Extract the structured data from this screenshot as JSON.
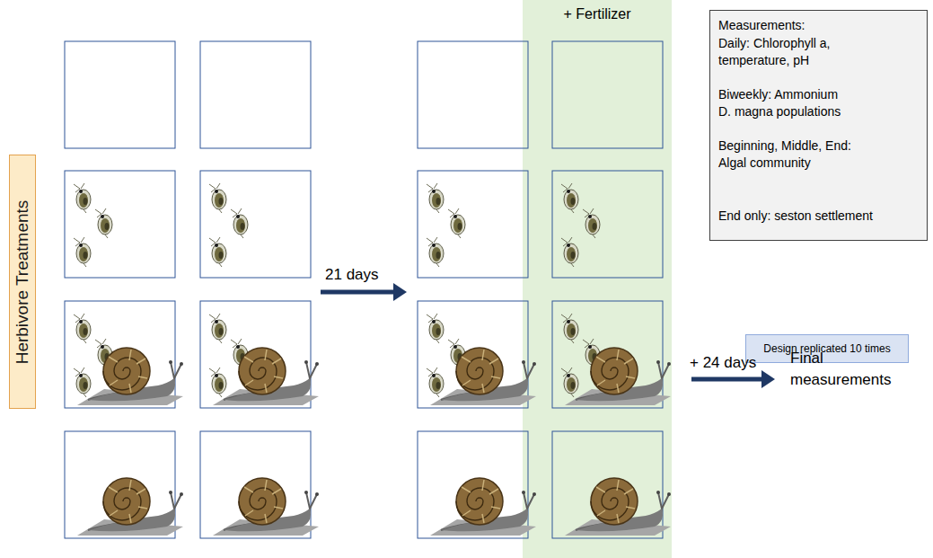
{
  "diagram": {
    "nodes": [
      {
        "text": [
          "Herbivore Treatments"
        ]
      },
      {
        "text": [
          "+ Fertilizer"
        ]
      },
      {
        "text": [
          "Measurements:",
          "Daily: Chlorophyll a, temperature, pH",
          "Biweekly: Ammonium",
          "D. magna populations",
          "Beginning, Middle, End:",
          "Algal community",
          "End only: seston settlement"
        ]
      },
      {
        "text": [
          "Design replicated 10 times"
        ]
      }
    ],
    "labels": [
      "21 days",
      "+ 24 days",
      "Final measurements"
    ]
  }
}
